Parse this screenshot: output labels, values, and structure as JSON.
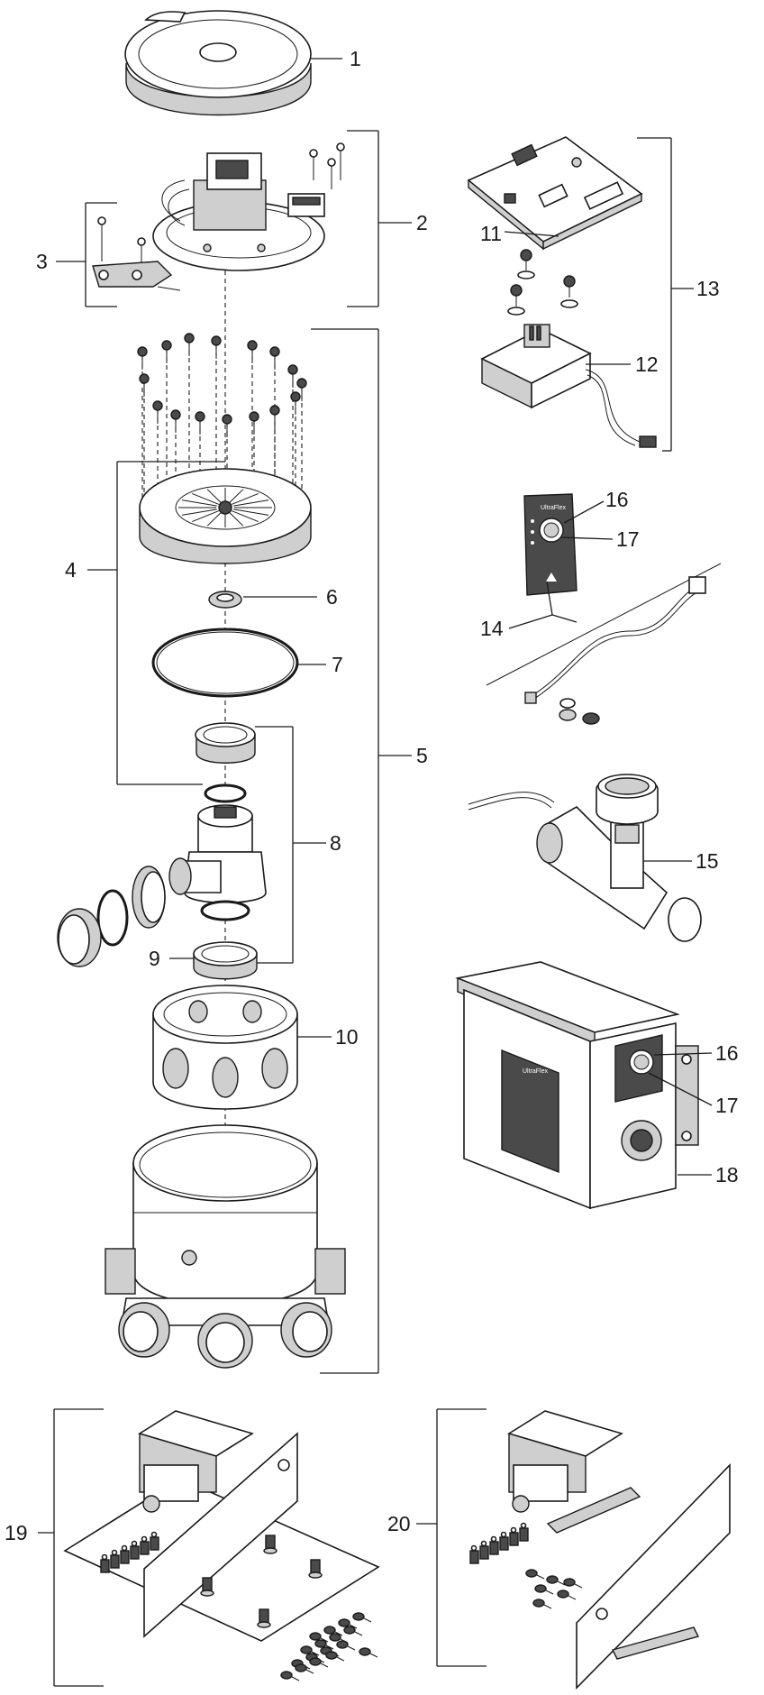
{
  "callouts": {
    "c1": "1",
    "c2": "2",
    "c3": "3",
    "c4": "4",
    "c5": "5",
    "c6": "6",
    "c7": "7",
    "c8": "8",
    "c9": "9",
    "c10": "10",
    "c11": "11",
    "c12": "12",
    "c13": "13",
    "c14": "14",
    "c15": "15",
    "c16a": "16",
    "c17a": "17",
    "c16b": "16",
    "c17b": "17",
    "c18": "18",
    "c19": "19",
    "c20": "20"
  },
  "product_text": {
    "brand_plate": "UltraFlex",
    "brand_box": "UltraFlex"
  },
  "colors": {
    "line": "#1a1a1a",
    "shade": "#cfcfcf",
    "dark": "#4a4a4a"
  }
}
